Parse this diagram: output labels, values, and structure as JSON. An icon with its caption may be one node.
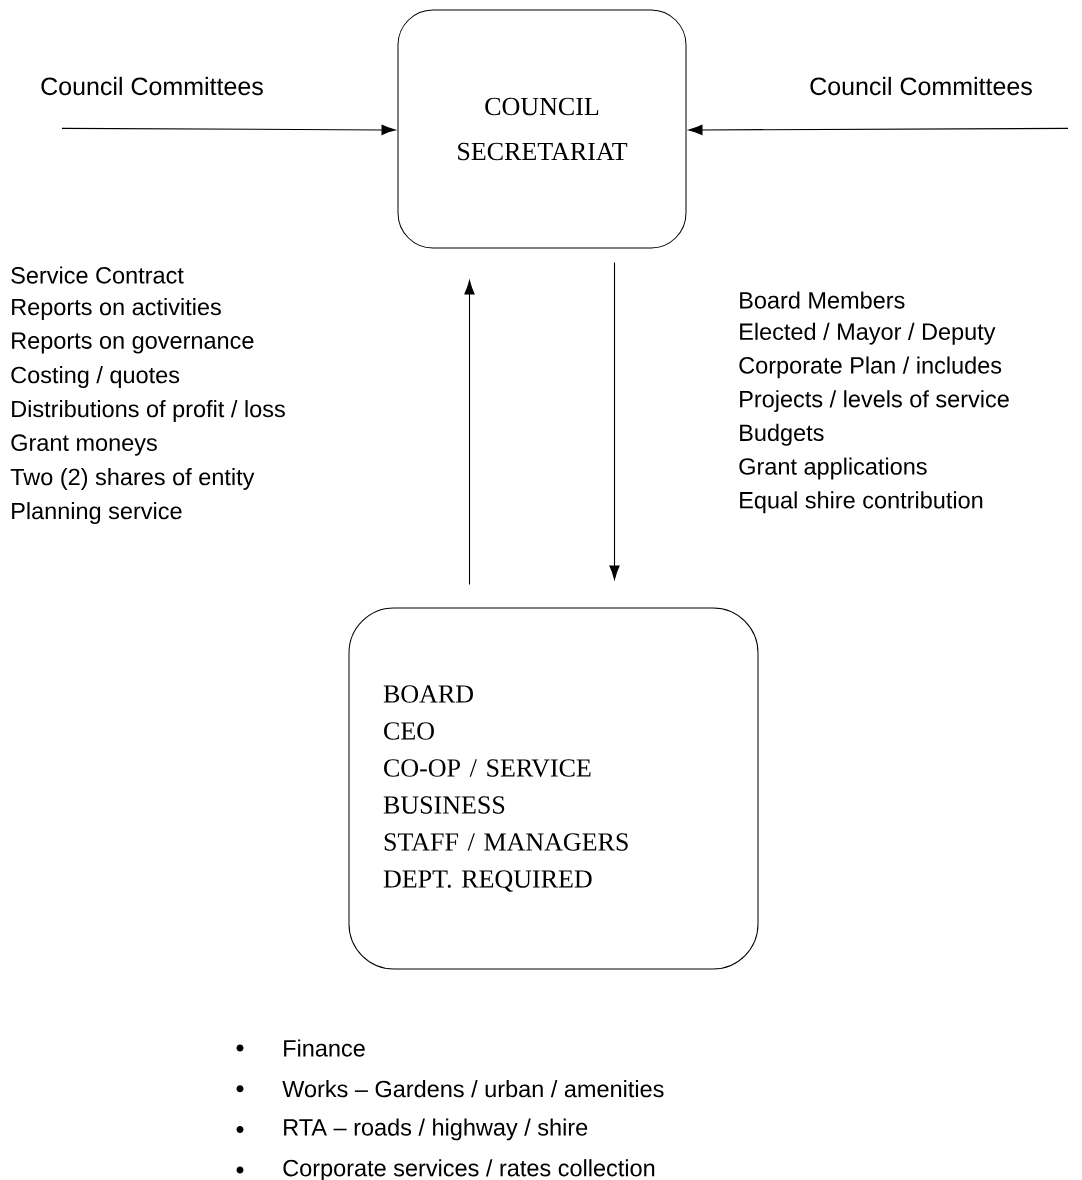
{
  "diagram": {
    "nodes": [
      {
        "text": [
          "Council Committees"
        ]
      },
      {
        "text": [
          "COUNCIL SECRETARIAT"
        ]
      },
      {
        "text": [
          "Council Committees"
        ]
      },
      {
        "text": [
          "BOARD",
          "CEO",
          "CO-OP / SERVICE",
          "BUSINESS",
          "STAFF / MANAGERS",
          "DEPT. REQUIRED"
        ]
      }
    ],
    "edges": [
      {
        "from": 0,
        "to": 1,
        "arrow": "to"
      },
      {
        "from": 2,
        "to": 1,
        "arrow": "to"
      },
      {
        "from": 3,
        "to": 1,
        "arrow": "to"
      },
      {
        "from": 1,
        "to": 3,
        "arrow": "to"
      }
    ],
    "labels": [
      "Service Contract",
      "Reports on activities",
      "Reports on governance",
      "Costing / quotes",
      "Distributions of profit / loss",
      "Grant moneys",
      "Two (2) shares of entity",
      "Planning service",
      "Board Members",
      "Elected /  Mayor / Deputy",
      "Corporate Plan / includes",
      "Projects / levels of service",
      "Budgets",
      "Grant applications",
      "Equal shire contribution",
      "Finance",
      "Works – Gardens / urban / amenities",
      "RTA – roads / highway / shire",
      "Corporate services / rates collection"
    ]
  }
}
